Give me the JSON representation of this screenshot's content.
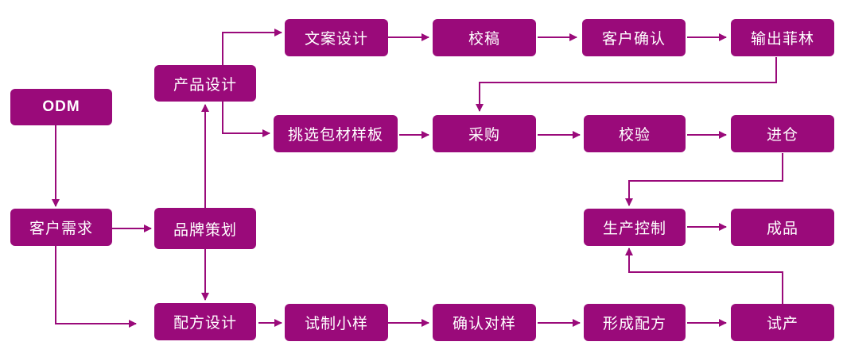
{
  "colors": {
    "node_fill": "#9a0a7a",
    "node_text": "#ffffff",
    "arrow": "#9a0a7a"
  },
  "nodes": {
    "odm": "ODM",
    "customer_needs": "客户需求",
    "product_design": "产品设计",
    "brand_planning": "品牌策划",
    "formula_design": "配方设计",
    "copy_design": "文案设计",
    "proofread": "校稿",
    "customer_confirm": "客户确认",
    "output_film": "输出菲林",
    "select_packaging": "挑选包材样板",
    "purchase": "采购",
    "inspection": "校验",
    "warehousing": "进仓",
    "production_control": "生产控制",
    "finished_product": "成品",
    "trial_sample": "试制小样",
    "confirm_sample": "确认对样",
    "form_formula": "形成配方",
    "trial_production": "试产"
  }
}
